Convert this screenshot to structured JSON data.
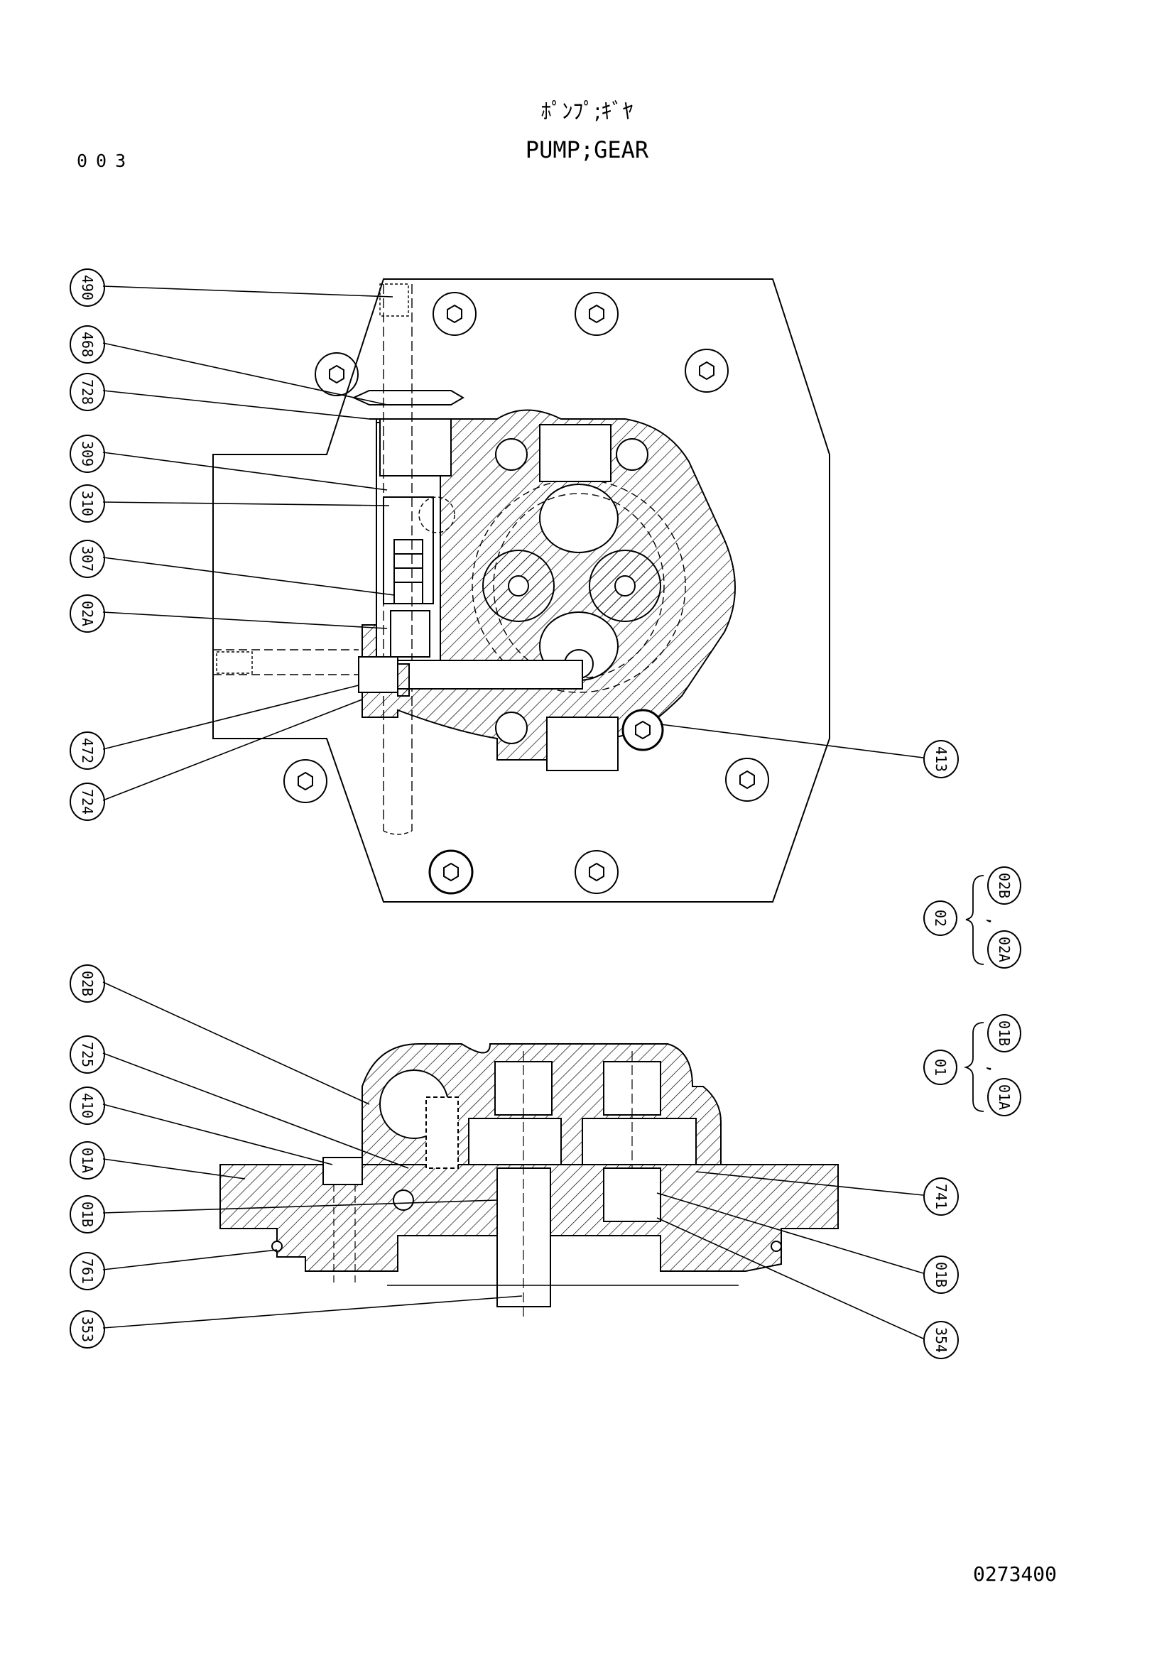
{
  "header": {
    "page_code": "003",
    "title_jp": "ﾎﾟﾝﾌﾟ;ｷﾞﾔ",
    "title_en": "PUMP;GEAR"
  },
  "footer": {
    "drawing_number": "0273400"
  },
  "top_view": {
    "callouts": [
      {
        "id": "c490",
        "label": "490"
      },
      {
        "id": "c468",
        "label": "468"
      },
      {
        "id": "c728",
        "label": "728"
      },
      {
        "id": "c309",
        "label": "309"
      },
      {
        "id": "c310",
        "label": "310"
      },
      {
        "id": "c307",
        "label": "307"
      },
      {
        "id": "c02A",
        "label": "02A"
      },
      {
        "id": "c472",
        "label": "472"
      },
      {
        "id": "c724",
        "label": "724"
      },
      {
        "id": "c413",
        "label": "413"
      }
    ]
  },
  "section_view": {
    "callouts": [
      {
        "id": "s02B",
        "label": "02B"
      },
      {
        "id": "s725",
        "label": "725"
      },
      {
        "id": "s410",
        "label": "410"
      },
      {
        "id": "s01A",
        "label": "01A"
      },
      {
        "id": "s01B",
        "label": "01B"
      },
      {
        "id": "s761",
        "label": "761"
      },
      {
        "id": "s353",
        "label": "353"
      },
      {
        "id": "s741",
        "label": "741"
      },
      {
        "id": "s01B2",
        "label": "01B"
      },
      {
        "id": "s354",
        "label": "354"
      }
    ]
  },
  "assembly_legend": {
    "group_02": {
      "parent": "02",
      "children": [
        "02B",
        "02A"
      ],
      "separator": ","
    },
    "group_01": {
      "parent": "01",
      "children": [
        "01B",
        "01A"
      ],
      "separator": ","
    }
  }
}
